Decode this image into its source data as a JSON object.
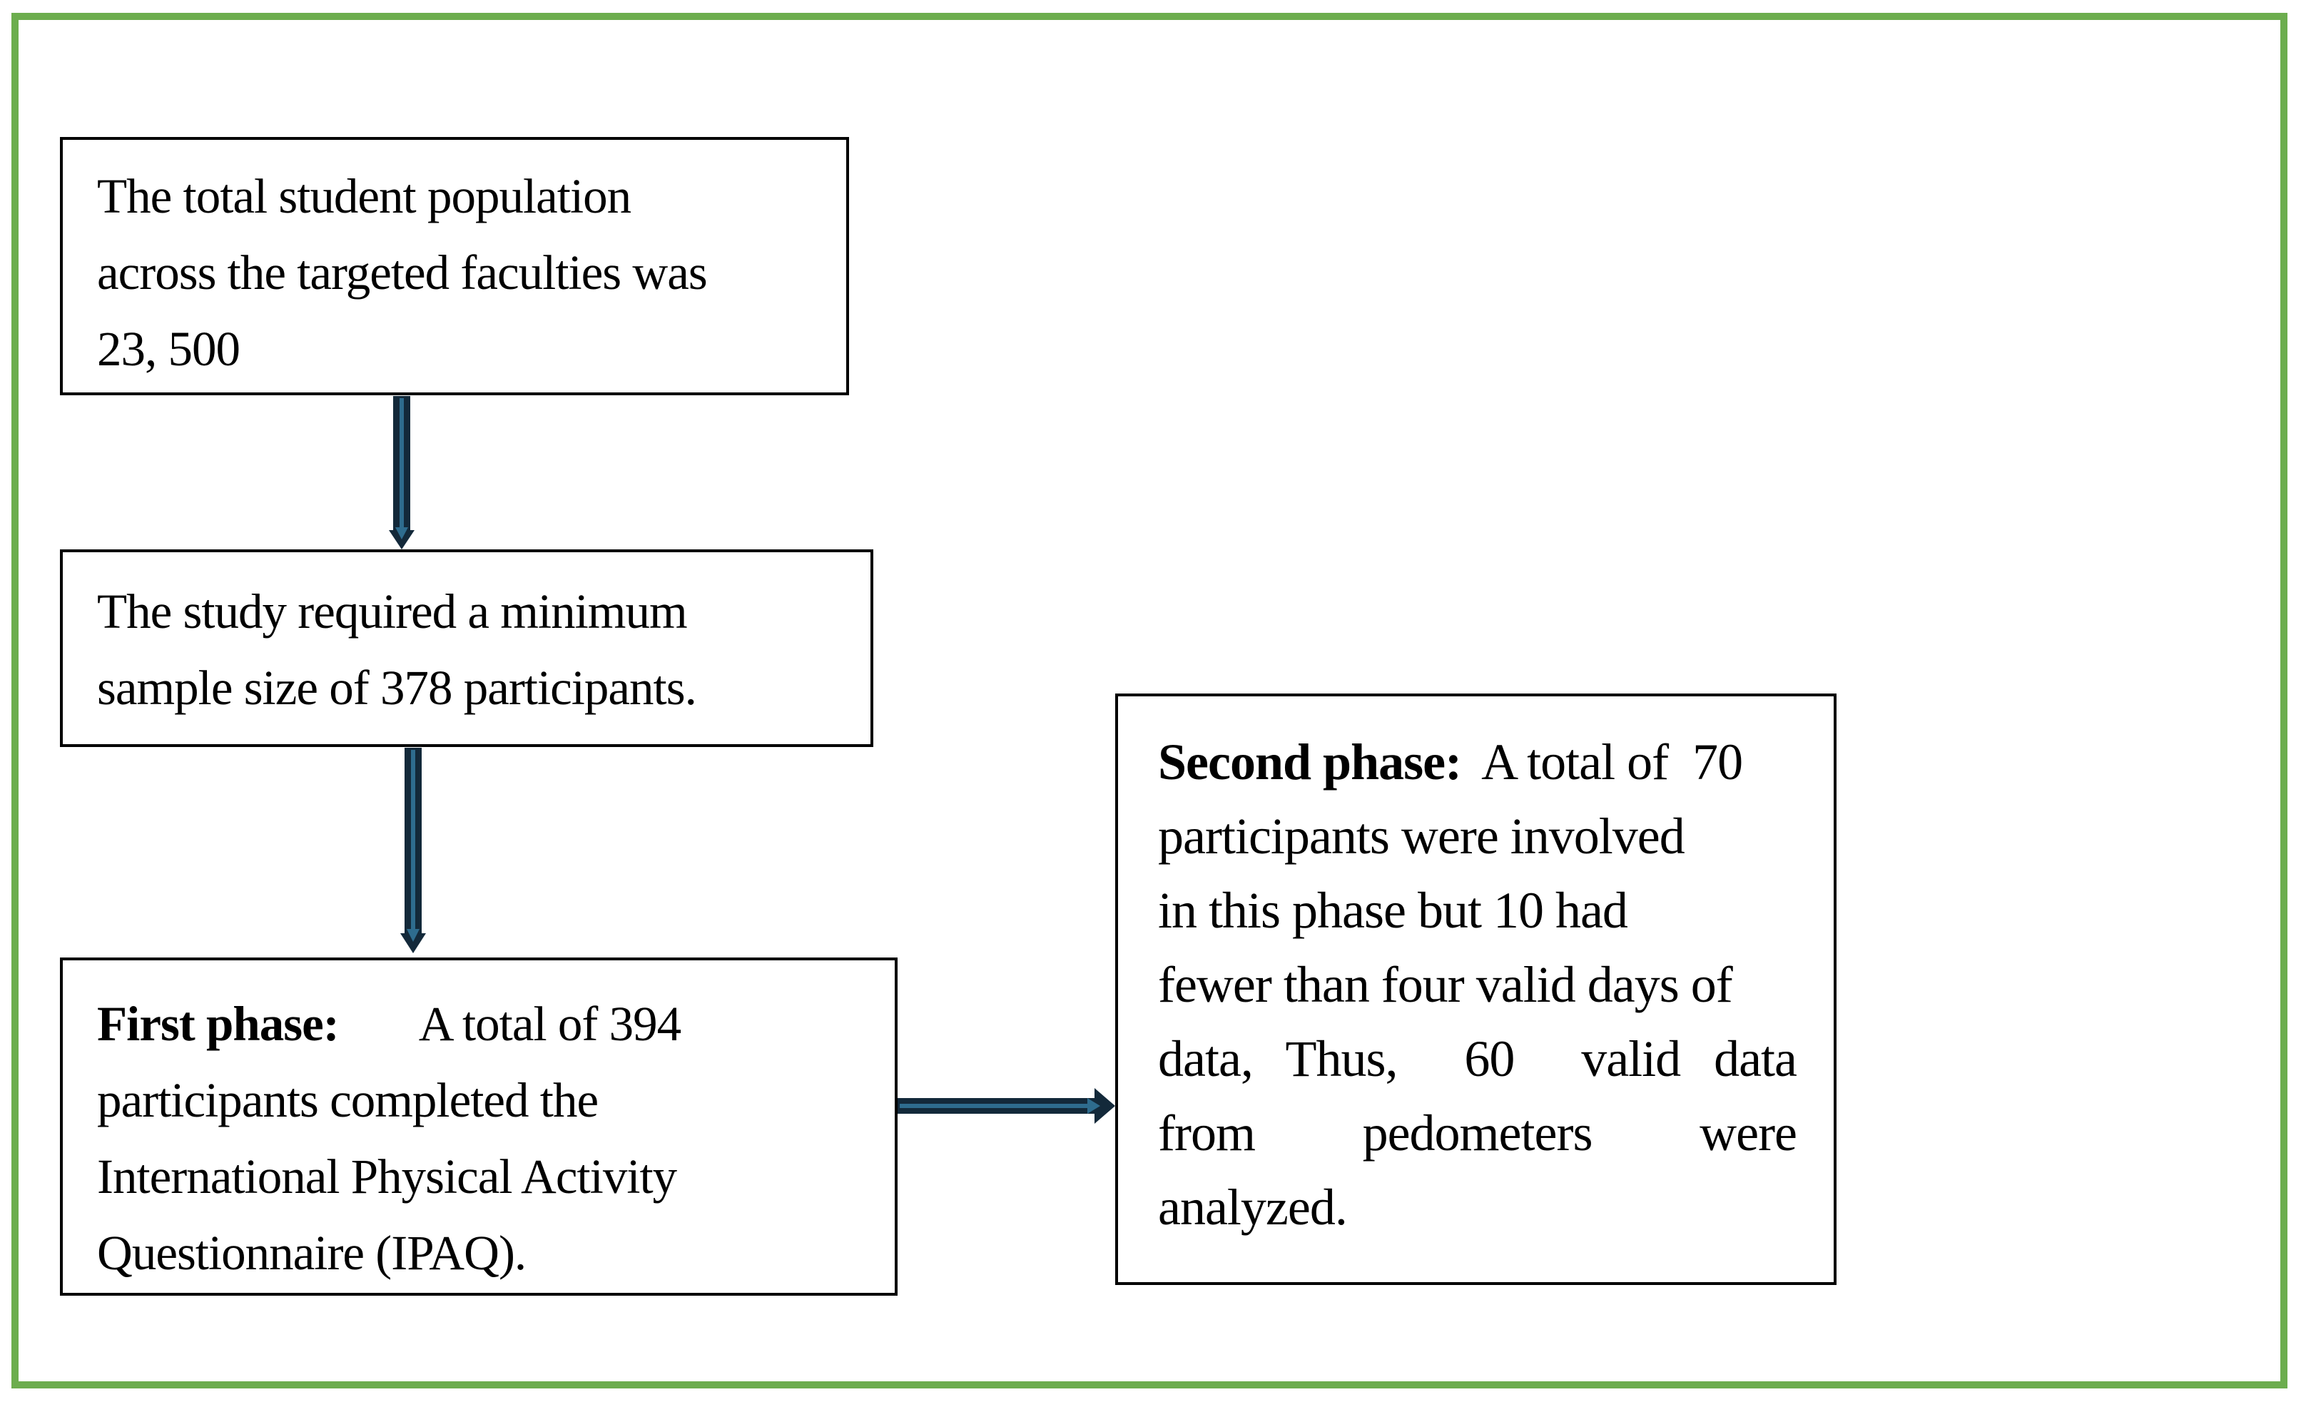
{
  "figure": {
    "boxes": {
      "box1": {
        "line1": "The total student population",
        "line2": "across the targeted faculties was",
        "line3": "23, 500"
      },
      "box2": {
        "line1": "The study required a minimum",
        "line2": "sample size of 378 participants."
      },
      "box3": {
        "bold_label": "First phase:",
        "first_line_rest": "A total of 394",
        "line2": "participants completed the",
        "line3": "International Physical Activity",
        "line4": "Questionnaire (IPAQ)."
      },
      "box4": {
        "bold_label": "Second phase:",
        "first_line_rest": "A total of  70",
        "line2": "participants were involved",
        "line3": "in this phase but 10 had",
        "line4": "fewer than four valid days of",
        "line5": "data, Thus,  60  valid data",
        "line6": "from pedometers were",
        "line7": "analyzed."
      }
    },
    "colors": {
      "background": "#FFFFFF",
      "text": "#000000",
      "frame_green": "#6CAD4E",
      "box_border": "#000000",
      "arrow_dark": "#13293A",
      "arrow_light": "#2E6C8E"
    }
  }
}
